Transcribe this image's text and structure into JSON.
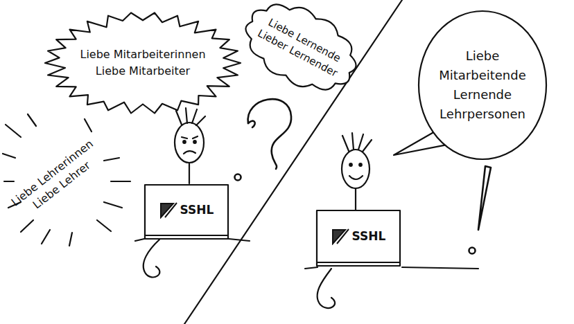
{
  "diagram": {
    "nodes": [
      {
        "text": [
          "Liebe Mitarbeiterinnen Liebe Mitarbeiter"
        ]
      },
      {
        "text": [
          "Liebe Lernende Lieber Lernender"
        ]
      },
      {
        "text": [
          "SSHL"
        ]
      },
      {
        "text": [
          "Liebe Mitarbeitende Lernende Lehrpersonen"
        ]
      },
      {
        "text": [
          "SSHL"
        ]
      }
    ],
    "labels": [
      "Liebe Lehrerinnen Liebe Lehrer"
    ]
  }
}
